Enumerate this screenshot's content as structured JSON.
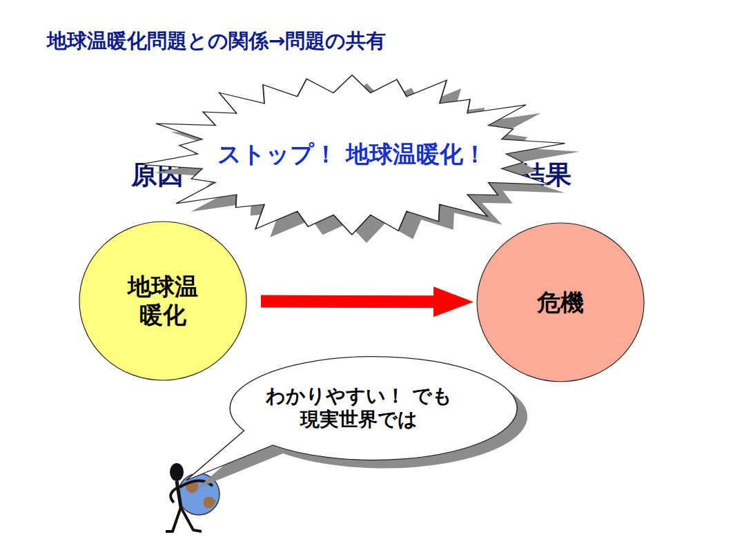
{
  "diagram": {
    "title": "地球温暖化問題との関係→問題の共有",
    "nodes": [
      {
        "text": [
          "ストップ！ 地球温暖化！"
        ]
      },
      {
        "text": [
          "地球温 暖化"
        ]
      },
      {
        "text": [
          "危機"
        ]
      },
      {
        "text": [
          "わかりやすい！ でも現実世界では"
        ]
      }
    ],
    "edges": [
      {
        "from": 1,
        "to": 2,
        "arrow": "to"
      }
    ],
    "labels": [
      "原因",
      "結果"
    ]
  }
}
